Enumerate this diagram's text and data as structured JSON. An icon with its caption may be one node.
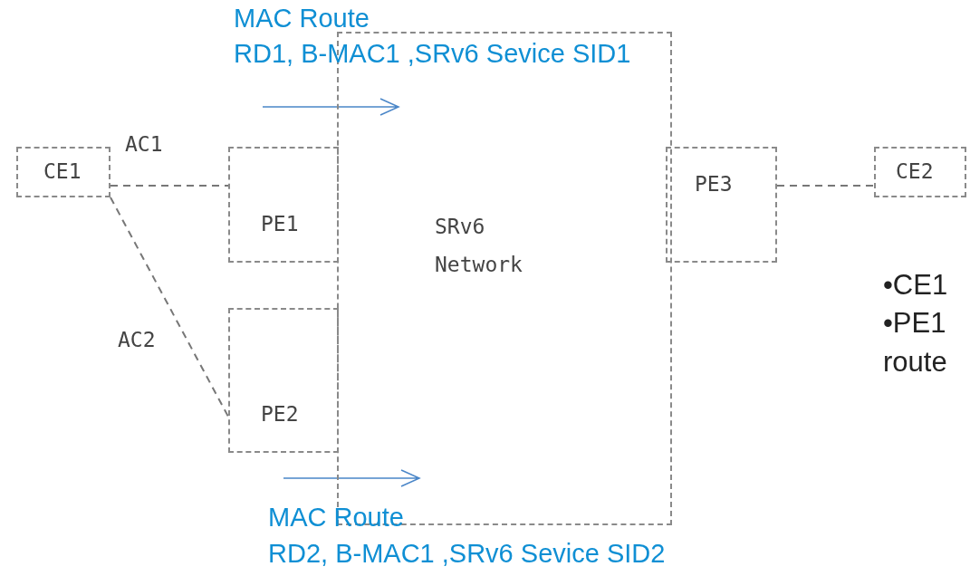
{
  "diagram": {
    "nodes": [
      {
        "text": [
          "CE1"
        ]
      },
      {
        "text": [
          "PE1"
        ]
      },
      {
        "text": [
          "SRv6 Network"
        ]
      },
      {
        "text": [
          "PE3"
        ]
      },
      {
        "text": [
          "CE2"
        ]
      },
      {
        "text": [
          "PE2"
        ]
      }
    ],
    "edges": [
      {
        "from": 0,
        "to": 1,
        "arrow": "none",
        "label": "AC1",
        "style": "dashed"
      },
      {
        "from": 0,
        "to": 5,
        "arrow": "none",
        "label": "AC2",
        "style": "dashed"
      },
      {
        "from": 3,
        "to": 4,
        "arrow": "none",
        "style": "dashed"
      }
    ],
    "labels": [
      "MAC Route",
      "RD1, B-MAC1 ,SRv6 Sevice SID1",
      "•CE1",
      "•PE1",
      "route",
      "MAC Route",
      "RD2, B-MAC1 ,SRv6 Sevice SID2"
    ]
  }
}
